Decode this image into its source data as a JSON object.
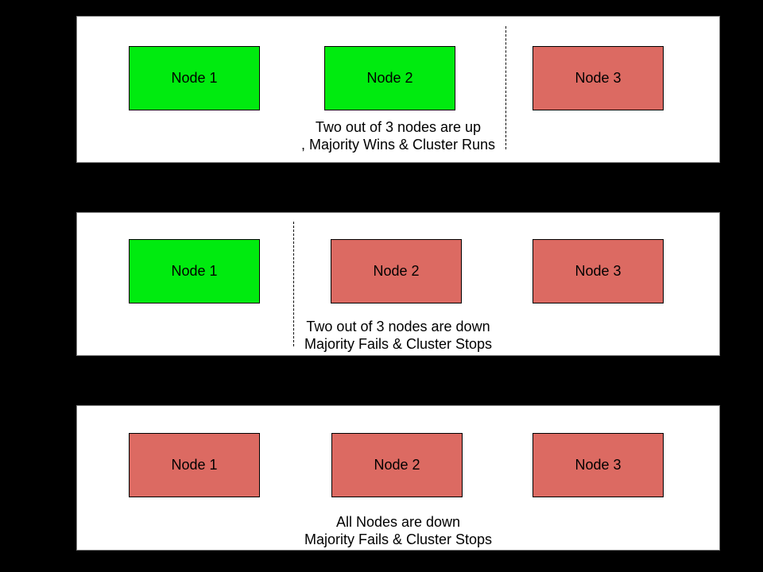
{
  "colors": {
    "background": "#000000",
    "panel_bg": "#ffffff",
    "panel_border": "#7f7f7f",
    "node_up": "#00eb0f",
    "node_down": "#dc6a62",
    "node_border": "#000000",
    "text": "#000000"
  },
  "panels": [
    {
      "id": "two-nodes-up",
      "nodes": [
        {
          "label": "Node 1",
          "status": "up"
        },
        {
          "label": "Node 2",
          "status": "up"
        },
        {
          "label": "Node 3",
          "status": "down"
        }
      ],
      "has_partition_divider": true,
      "caption": [
        "Two out of 3 nodes are up",
        ", Majority Wins & Cluster Runs"
      ]
    },
    {
      "id": "two-nodes-down",
      "nodes": [
        {
          "label": "Node 1",
          "status": "up"
        },
        {
          "label": "Node 2",
          "status": "down"
        },
        {
          "label": "Node 3",
          "status": "down"
        }
      ],
      "has_partition_divider": true,
      "caption": [
        "Two out of 3 nodes are down",
        "Majority Fails & Cluster Stops"
      ]
    },
    {
      "id": "all-nodes-down",
      "nodes": [
        {
          "label": "Node 1",
          "status": "down"
        },
        {
          "label": "Node 2",
          "status": "down"
        },
        {
          "label": "Node 3",
          "status": "down"
        }
      ],
      "has_partition_divider": false,
      "caption": [
        "All Nodes are down",
        "Majority Fails & Cluster Stops"
      ]
    }
  ]
}
